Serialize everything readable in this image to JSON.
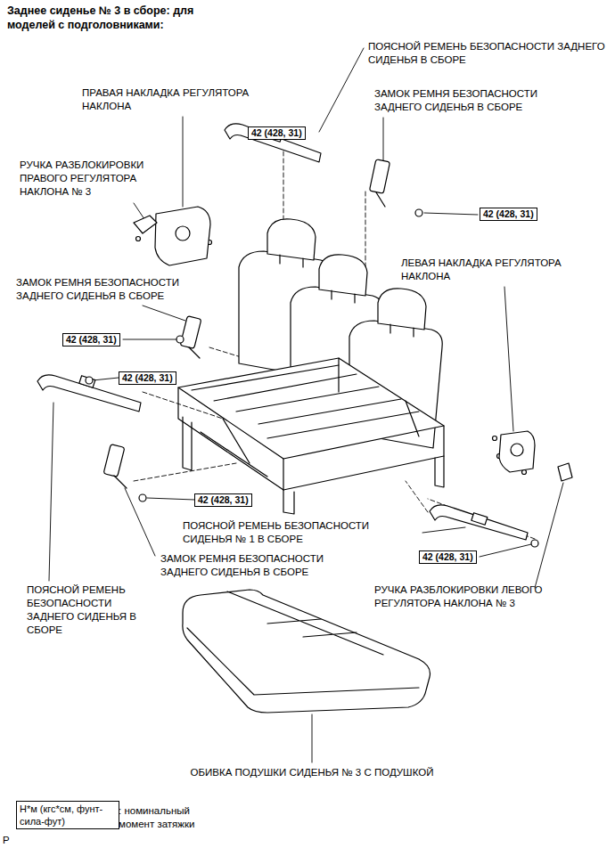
{
  "diagram": {
    "title": "Заднее сиденье № 3 в сборе: для моделей с подголовниками:",
    "nodes": [
      {
        "text": [
          "42 (428, 31)"
        ]
      },
      {
        "text": [
          "42 (428, 31)"
        ]
      },
      {
        "text": [
          "42 (428, 31)"
        ]
      },
      {
        "text": [
          "42 (428, 31)"
        ]
      },
      {
        "text": [
          "42 (428, 31)"
        ]
      },
      {
        "text": [
          "42 (428, 31)"
        ]
      },
      {
        "text": [
          "Н*м (кгс*см, фунт-сила-фут)"
        ]
      }
    ],
    "labels": [
      "ПОЯСНОЙ РЕМЕНЬ БЕЗОПАСНОСТИ ЗАДНЕГО СИДЕНЬЯ В СБОРЕ",
      "ПРАВАЯ НАКЛАДКА РЕГУЛЯТОРА НАКЛОНА",
      "ЗАМОК РЕМНЯ БЕЗОПАСНОСТИ ЗАДНЕГО СИДЕНЬЯ В СБОРЕ",
      "РУЧКА РАЗБЛОКИРОВКИ ПРАВОГО РЕГУЛЯТОРА НАКЛОНА № 3",
      "ЛЕВАЯ НАКЛАДКА РЕГУЛЯТОРА НАКЛОНА",
      "ЗАМОК РЕМНЯ БЕЗОПАСНОСТИ ЗАДНЕГО СИДЕНЬЯ В СБОРЕ",
      "ПОЯСНОЙ РЕМЕНЬ БЕЗОПАСНОСТИ СИДЕНЬЯ № 1 В СБОРЕ",
      "ЗАМОК РЕМНЯ БЕЗОПАСНОСТИ ЗАДНЕГО СИДЕНЬЯ В СБОРЕ",
      "ПОЯСНОЙ РЕМЕНЬ БЕЗОПАСНОСТИ ЗАДНЕГО СИДЕНЬЯ В СБОРЕ",
      "РУЧКА РАЗБЛОКИРОВКИ ЛЕВОГО РЕГУЛЯТОРА НАКЛОНА № 3",
      "ОБИВКА ПОДУШКИ СИДЕНЬЯ № 3 С ПОДУШКОЙ",
      ": номинальный момент затяжки",
      "P"
    ]
  }
}
